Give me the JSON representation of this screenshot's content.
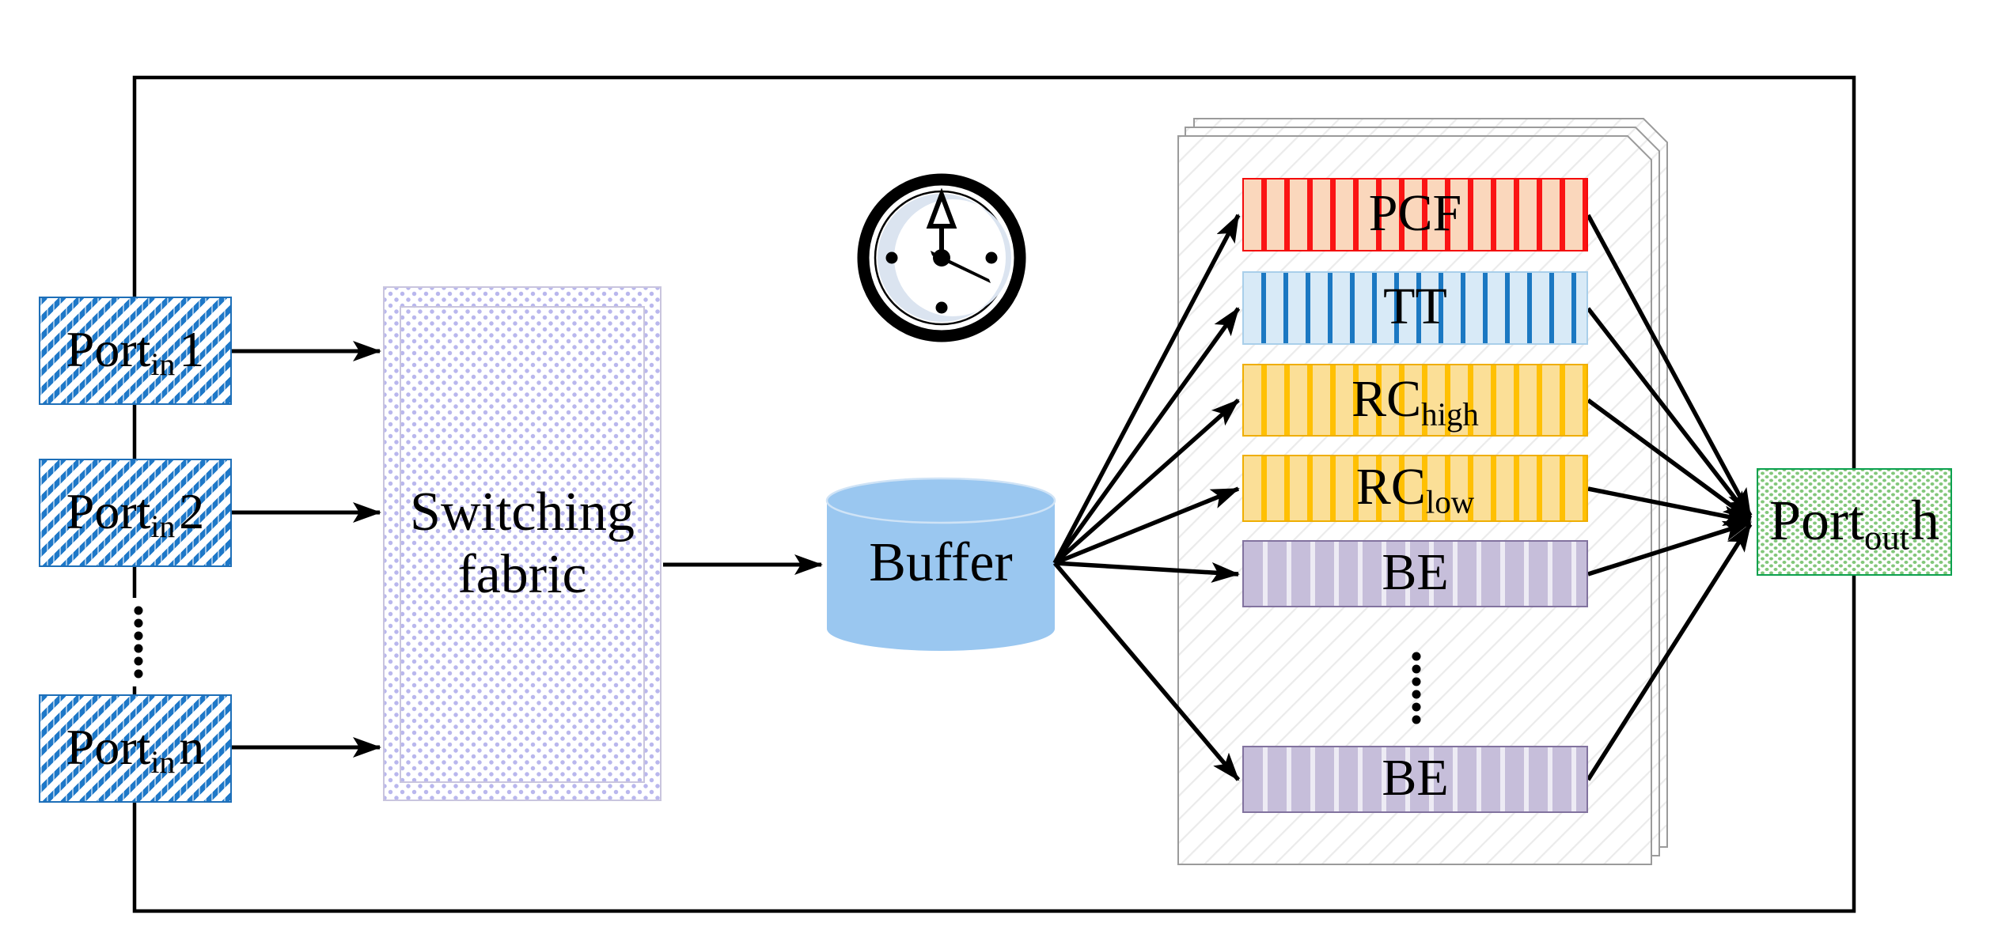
{
  "figure": {
    "ports_in": [
      {
        "base": "Port",
        "sub": "in",
        "num": "1"
      },
      {
        "base": "Port",
        "sub": "in",
        "num": "2"
      },
      {
        "base": "Port",
        "sub": "in",
        "num": "n"
      }
    ],
    "fabric": {
      "line1": "Switching",
      "line2": "fabric"
    },
    "buffer_label": "Buffer",
    "queues": [
      {
        "base": "PCF",
        "sub": ""
      },
      {
        "base": "TT",
        "sub": ""
      },
      {
        "base": "RC",
        "sub": "high"
      },
      {
        "base": "RC",
        "sub": "low"
      },
      {
        "base": "BE",
        "sub": ""
      },
      {
        "base": "BE",
        "sub": ""
      }
    ],
    "port_out": {
      "base": "Port",
      "sub": "out",
      "num": "h"
    },
    "colors": {
      "port_in_hatch_blue": "#1E78C8",
      "fabric_dot_lavender": "#B9B7ED",
      "buffer_blue": "#9AC7F0",
      "pcf_fill": "#FAD7BC",
      "pcf_stripe": "#FA1414",
      "tt_fill": "#D8EAF7",
      "tt_stripe": "#1B78C2",
      "rc_fill": "#FBDF97",
      "rc_stripe": "#FFC003",
      "be_fill": "#C6BEDA",
      "be_stripe": "#EDEBF4",
      "be_border": "#82739F",
      "port_out_green": "#0CA14E",
      "line_black": "#000000",
      "page_outline_gray": "#9B9B9B"
    }
  }
}
